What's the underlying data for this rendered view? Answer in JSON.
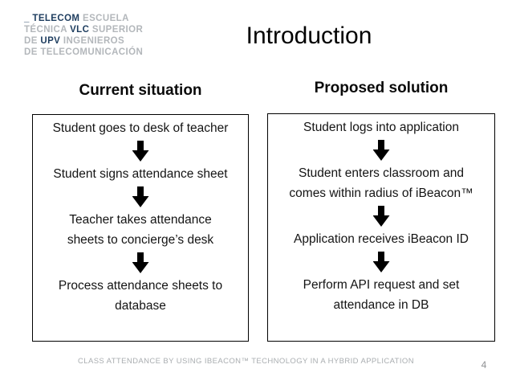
{
  "slide": {
    "title": "Introduction",
    "footer": "CLASS ATTENDANCE BY USING IBEACON™ TECHNOLOGY IN A HYBRID APPLICATION",
    "page_number": "4"
  },
  "logo": {
    "line1": {
      "dark": "_ TELECOM",
      "light": "ESCUELA"
    },
    "line2": {
      "light1": "TÉCNICA",
      "dark": "VLC",
      "light2": "SUPERIOR"
    },
    "line3": {
      "light1": "DE",
      "dark": "UPV",
      "light2": "INGENIEROS"
    },
    "line4": {
      "light": "DE TELECOMUNICACIÓN"
    }
  },
  "columns": [
    {
      "header": "Current situation",
      "steps": [
        {
          "lines": [
            "Student goes to desk of teacher"
          ]
        },
        {
          "lines": [
            "Student signs attendance sheet"
          ]
        },
        {
          "lines": [
            "Teacher takes attendance",
            "sheets to concierge’s desk"
          ]
        },
        {
          "lines": [
            "Process attendance sheets to",
            "database"
          ]
        }
      ]
    },
    {
      "header": "Proposed solution",
      "steps": [
        {
          "lines": [
            "Student logs into application"
          ]
        },
        {
          "lines": [
            "Student enters classroom and",
            "comes within radius of iBeacon™"
          ]
        },
        {
          "lines": [
            "Application receives iBeacon ID"
          ]
        },
        {
          "lines": [
            "Perform API request and set",
            "attendance in DB"
          ]
        }
      ]
    }
  ],
  "colors": {
    "logo_dark": "#1d3c5e",
    "logo_light": "#b3b7bb",
    "arrow": "#000000",
    "box_border": "#000000",
    "footer_text": "#a9adb0"
  }
}
